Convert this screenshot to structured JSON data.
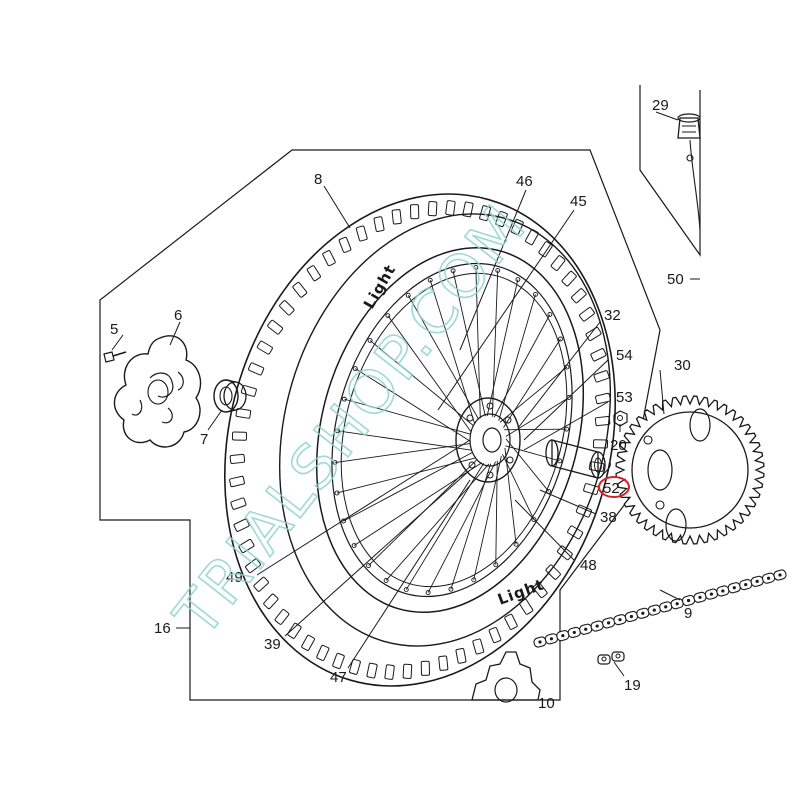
{
  "watermark": "TRIALSHOP.COM",
  "tire_brand": "Light",
  "colors": {
    "ink": "#1a1a1a",
    "watermark": "#8fd3ce",
    "highlight": "#d6202a"
  },
  "callouts": {
    "c5": "5",
    "c6": "6",
    "c7": "7",
    "c8": "8",
    "c9": "9",
    "c10": "10",
    "c16": "16",
    "c19": "19",
    "c20": "20",
    "c29": "29",
    "c30": "30",
    "c32": "32",
    "c38": "38",
    "c39": "39",
    "c45": "45",
    "c46": "46",
    "c47": "47",
    "c48": "48",
    "c49": "49",
    "c50": "50",
    "c52": "52",
    "c53": "53",
    "c54": "54"
  },
  "highlighted_callout": "52"
}
